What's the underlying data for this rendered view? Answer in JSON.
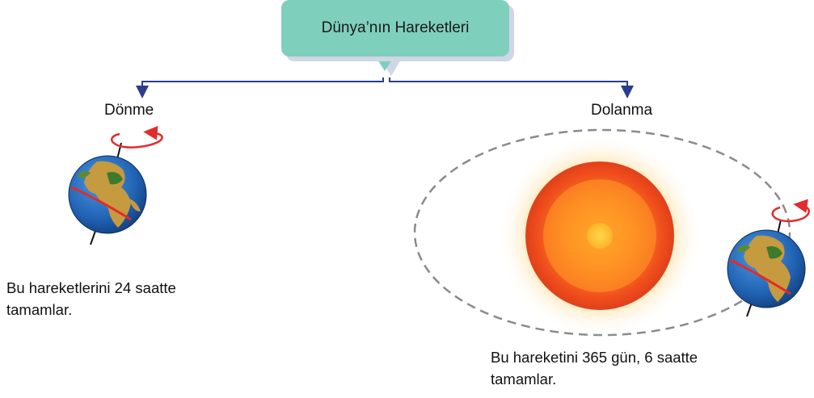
{
  "title": "Dünya’nın Hareketleri",
  "left": {
    "label": "Dönme",
    "description": "Bu hareketlerini 24 saatte tamamlar."
  },
  "right": {
    "label": "Dolanma",
    "description": "Bu hareketini 365 gün, 6 saatte tamamlar."
  },
  "colors": {
    "title_box": "#7fcfbd",
    "connector": "#2b3d8f",
    "rotation_arrow": "#e32b2b",
    "orbit": "#8a8a8a",
    "sun_outer": "#e8401c",
    "sun_core": "#ffbf2b",
    "ocean": "#2a6fc0"
  }
}
